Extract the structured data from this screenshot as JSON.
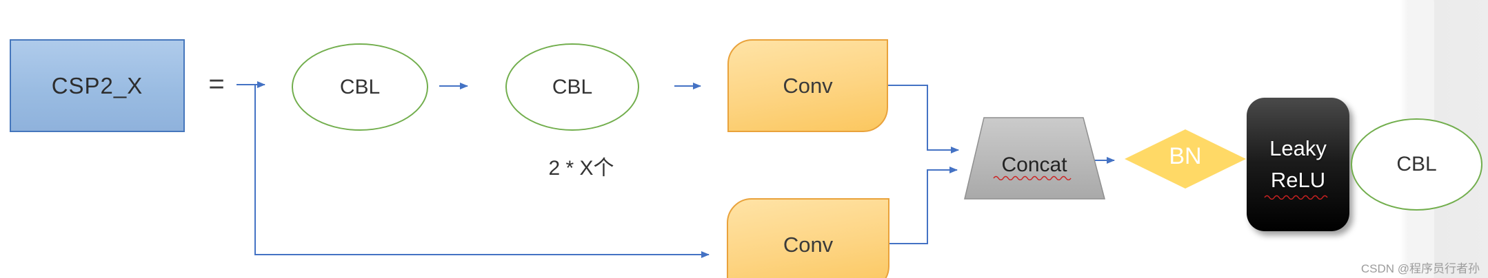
{
  "diagram": {
    "operator": {
      "equals": "="
    },
    "annotation": {
      "repeat_label": "2 * X个"
    },
    "nodes": {
      "input": {
        "label": "CSP2_X",
        "shape": "rectangle"
      },
      "cbl1": {
        "label": "CBL",
        "shape": "ellipse"
      },
      "cbl2": {
        "label": "CBL",
        "shape": "ellipse"
      },
      "conv_top": {
        "label": "Conv",
        "shape": "rounded-diagonal-rectangle"
      },
      "conv_bottom": {
        "label": "Conv",
        "shape": "rounded-diagonal-rectangle"
      },
      "concat": {
        "label": "Concat",
        "shape": "trapezoid",
        "spellcheck_underline": true
      },
      "bn": {
        "label": "BN",
        "shape": "diamond"
      },
      "leaky_relu": {
        "line1": "Leaky",
        "line2": "ReLU",
        "shape": "rounded-rectangle-dark",
        "spellcheck_underline": true
      },
      "cbl_out": {
        "label": "CBL",
        "shape": "ellipse"
      }
    },
    "colors": {
      "connector_blue": "#4472C4",
      "ellipse_green_border": "#72AE4D",
      "input_fill_top": "#AFCBEB",
      "input_fill_bottom": "#8FB2DC",
      "input_border": "#4576BC",
      "conv_fill_top": "#FFE3A6",
      "conv_fill_bottom": "#FBC75F",
      "conv_border": "#E9A23B",
      "diamond_fill": "#FFD966",
      "trapezoid_fill_top": "#C9C9C9",
      "trapezoid_fill_bottom": "#A9A9A9",
      "dark_box_fill": "#000000",
      "squiggle_red": "#CC2222",
      "watermark_gray": "#9C9C9C"
    }
  },
  "watermark": {
    "text": "CSDN @程序员行者孙"
  }
}
